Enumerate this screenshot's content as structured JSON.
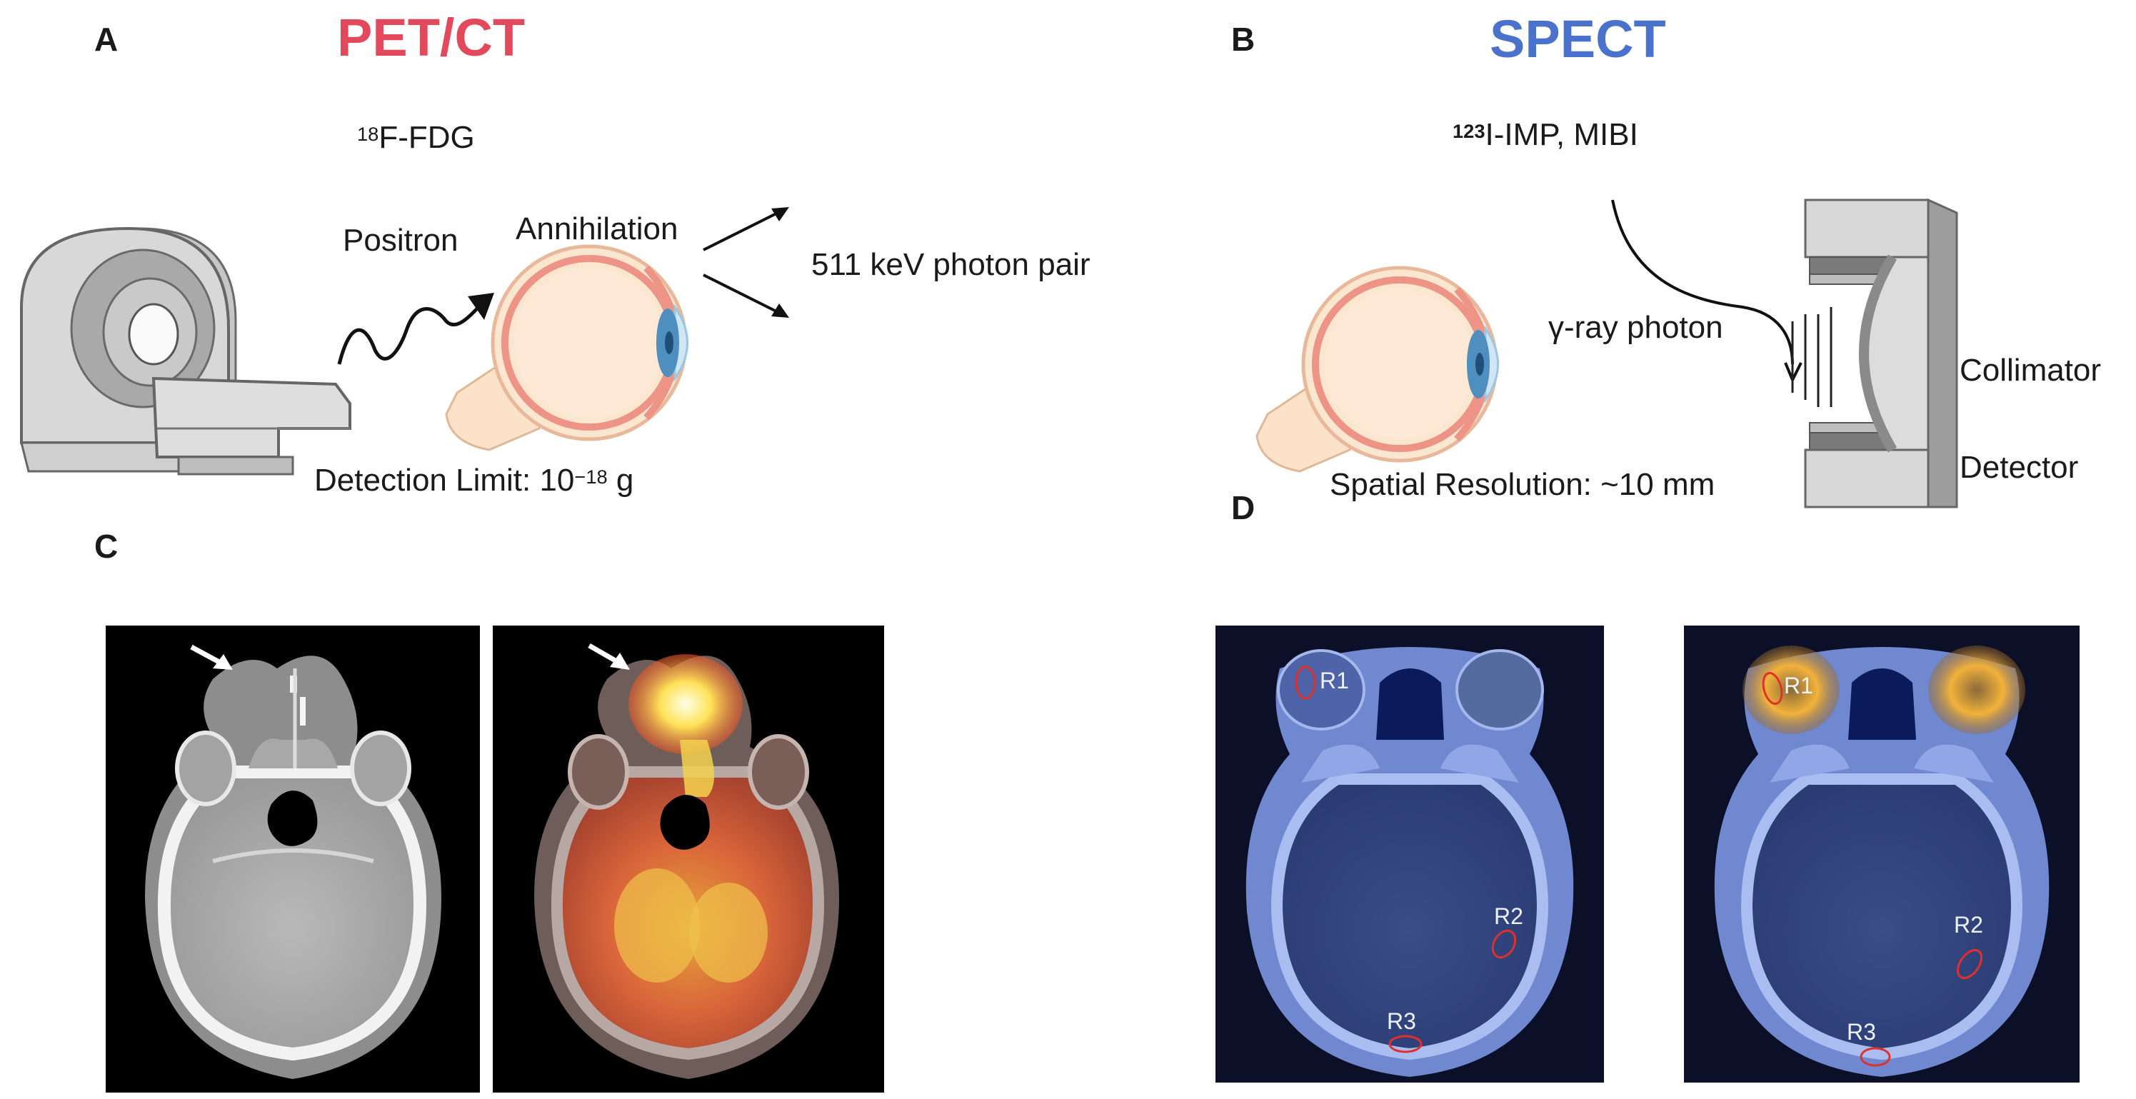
{
  "colors": {
    "pet_ct_title": "#e24a5c",
    "spect_title": "#4a72cc",
    "roi_outline": "#e0302c"
  },
  "panel_a": {
    "letter": "A",
    "title": "PET/CT",
    "tracer_sup": "18",
    "tracer": "F-FDG",
    "positron": "Positron",
    "annihilation": "Annihilation",
    "photon_pair": "511 keV photon pair",
    "detection_prefix": "Detection Limit: 10",
    "detection_sup": "−18",
    "detection_suffix": " g",
    "icons": [
      "pet-ct-scanner-icon",
      "eye-icon"
    ]
  },
  "panel_b": {
    "letter": "B",
    "title": "SPECT",
    "tracer_sup": "123",
    "tracer": "I-IMP, MIBI",
    "gamma": "γ-ray photon",
    "collimator": "Collimator",
    "detector": "Detector",
    "resolution": "Spatial Resolution: ~10 mm",
    "icons": [
      "eye-icon",
      "gamma-camera-icon"
    ]
  },
  "panel_c": {
    "letter": "C",
    "images": [
      "ct-axial-scan",
      "pet-ct-fusion-scan"
    ]
  },
  "panel_d": {
    "letter": "D",
    "images": [
      "spect-ct-scan-baseline",
      "spect-ct-scan-uptake"
    ],
    "roi_labels": [
      "R1",
      "R2",
      "R3"
    ]
  }
}
